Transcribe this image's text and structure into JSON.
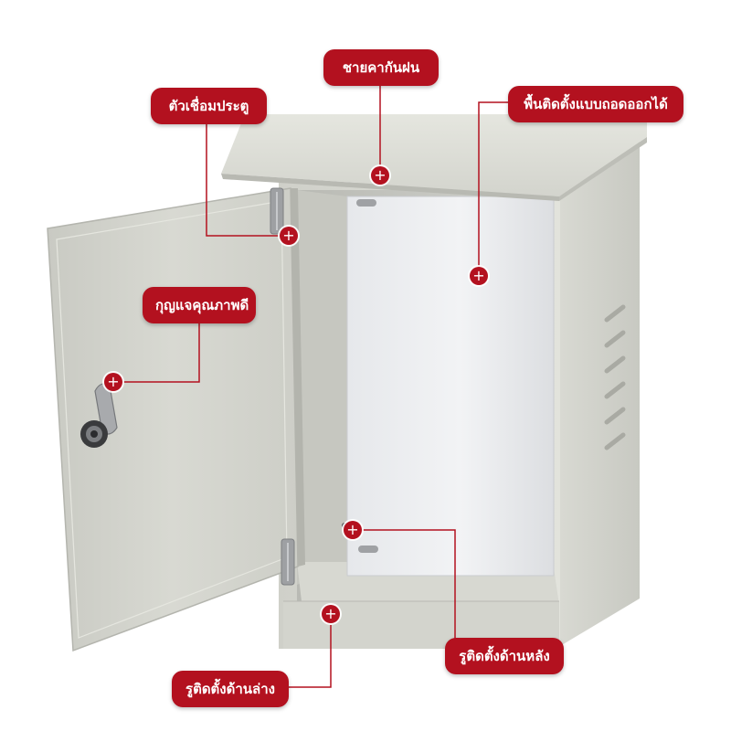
{
  "colors": {
    "accent": "#b3111f",
    "line": "#b3111f",
    "cabinet_body": "#dedfd8",
    "cabinet_shadow": "#b9bab3",
    "mount_plate": "#eceef0"
  },
  "hotspot_icon": "plus-icon",
  "callouts": [
    {
      "id": "rain-hood",
      "text": "ชายคากันฝน"
    },
    {
      "id": "door-hinge",
      "text": "ตัวเชื่อมประตู"
    },
    {
      "id": "removable-plate",
      "text": "พื้นติดตั้งแบบถอดออกได้"
    },
    {
      "id": "quality-lock",
      "text": "กุญแจคุณภาพดี"
    },
    {
      "id": "rear-mount-hole",
      "text": "รูติดตั้งด้านหลัง"
    },
    {
      "id": "bottom-mount-hole",
      "text": "รูติดตั้งด้านล่าง"
    }
  ]
}
